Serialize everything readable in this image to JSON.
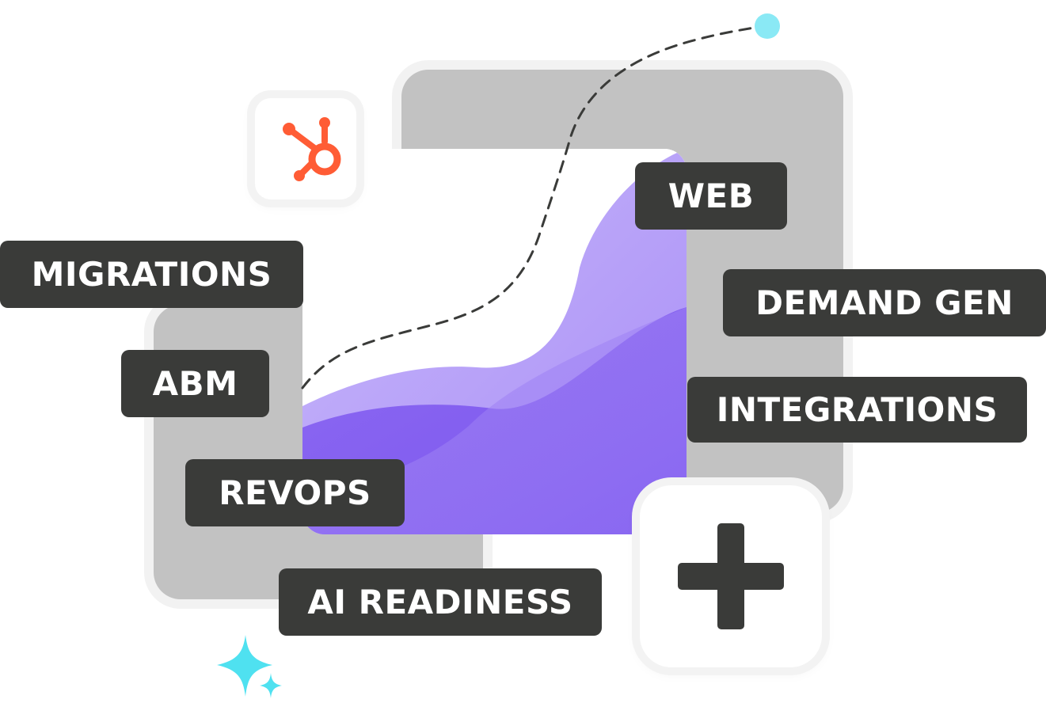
{
  "tags": {
    "web": "WEB",
    "migrations": "MIGRATIONS",
    "demand_gen": "DEMAND GEN",
    "abm": "ABM",
    "integrations": "INTEGRATIONS",
    "revops": "REVOPS",
    "ai_readiness": "AI READINESS"
  },
  "icons": {
    "logo": "hubspot-logo",
    "plus": "plus-icon",
    "sparkle": "sparkle-icon",
    "dot": "dot-icon"
  },
  "colors": {
    "tag_background": "#3a3b39",
    "tag_text": "#ffffff",
    "panel_gray": "#c2c2c2",
    "hubspot_orange": "#ff5c35",
    "purple_light": "#b8a2f7",
    "purple_mid": "#9b7bf4",
    "purple_dark": "#7b55ee",
    "sparkle_cyan": "#4fe1f0"
  }
}
